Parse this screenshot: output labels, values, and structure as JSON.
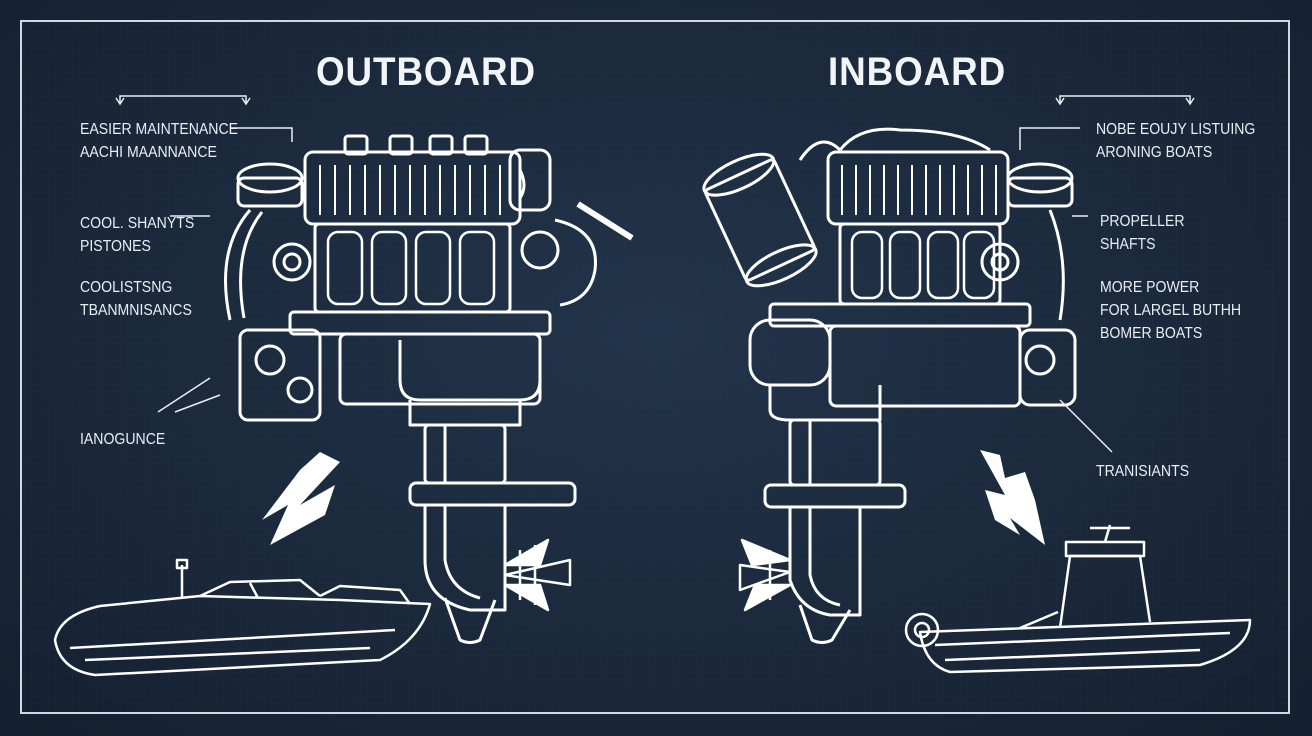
{
  "titles": {
    "outboard": "OUTBOARD",
    "inboard": "INBOARD"
  },
  "labels": {
    "left": [
      {
        "lines": [
          "EASIER MAINTENANCE",
          "AACHI MAANNANCE"
        ]
      },
      {
        "lines": [
          "COOL. SHANYTS",
          "PISTONES"
        ]
      },
      {
        "lines": [
          "COOLISTSNG",
          "TBANMNISANCS"
        ]
      },
      {
        "lines": [
          "IANOGUNCE"
        ]
      }
    ],
    "right": [
      {
        "lines": [
          "NOBE EOUJY LISTUING",
          "ARONING BOATS"
        ]
      },
      {
        "lines": [
          "PROPELLER",
          "SHAFTS"
        ]
      },
      {
        "lines": [
          "MORE POWER",
          "FOR LARGEL BUTHH",
          "BOMER BOATS"
        ]
      },
      {
        "lines": [
          "TRANISIANTS"
        ]
      }
    ]
  },
  "colors": {
    "background": "#1b2a3d",
    "line": "#ffffff",
    "frame": "#cfd8e3"
  },
  "icons": [
    "engine-icon",
    "boat-icon",
    "propeller-icon",
    "arrow-icon"
  ]
}
